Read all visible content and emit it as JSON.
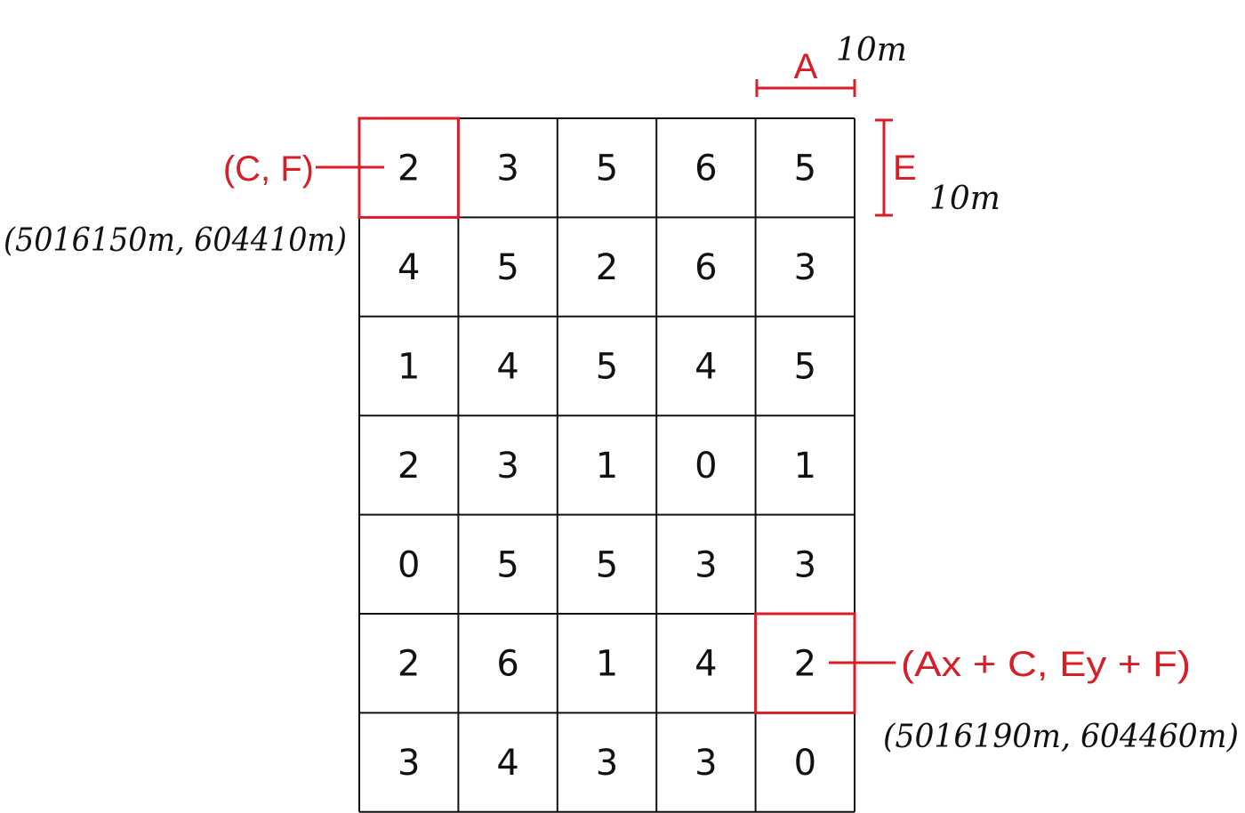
{
  "accent_color": "#d81e27",
  "grid": {
    "rows": [
      [
        "2",
        "3",
        "5",
        "6",
        "5"
      ],
      [
        "4",
        "5",
        "2",
        "6",
        "3"
      ],
      [
        "1",
        "4",
        "5",
        "4",
        "5"
      ],
      [
        "2",
        "3",
        "1",
        "0",
        "1"
      ],
      [
        "0",
        "5",
        "5",
        "3",
        "3"
      ],
      [
        "2",
        "6",
        "1",
        "4",
        "2"
      ],
      [
        "3",
        "4",
        "3",
        "3",
        "0"
      ]
    ],
    "highlighted_cells": [
      {
        "row": 0,
        "col": 0
      },
      {
        "row": 5,
        "col": 4
      }
    ]
  },
  "labels": {
    "pixel_width_symbol": "A",
    "pixel_width_value": "10m",
    "pixel_height_symbol": "E",
    "pixel_height_value": "10m",
    "origin_formula": "(C, F)",
    "origin_coordinates": "(5016150m, 604410m)",
    "target_formula": "(Ax + C, Ey + F)",
    "target_coordinates": "(5016190m, 604460m)"
  }
}
